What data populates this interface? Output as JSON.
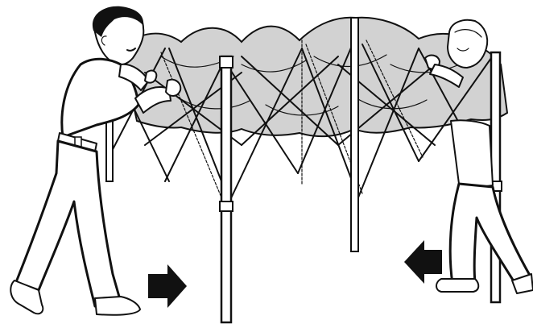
{
  "illustration": {
    "subject": "",
    "figures": [
      "person-left",
      "person-right"
    ],
    "arrows": [
      {
        "name": "arrow-right",
        "direction": "right"
      },
      {
        "name": "arrow-left",
        "direction": "left"
      }
    ],
    "colors": {
      "ink": "#111111",
      "canopy": "#d2d2d2",
      "background": "#ffffff"
    }
  }
}
